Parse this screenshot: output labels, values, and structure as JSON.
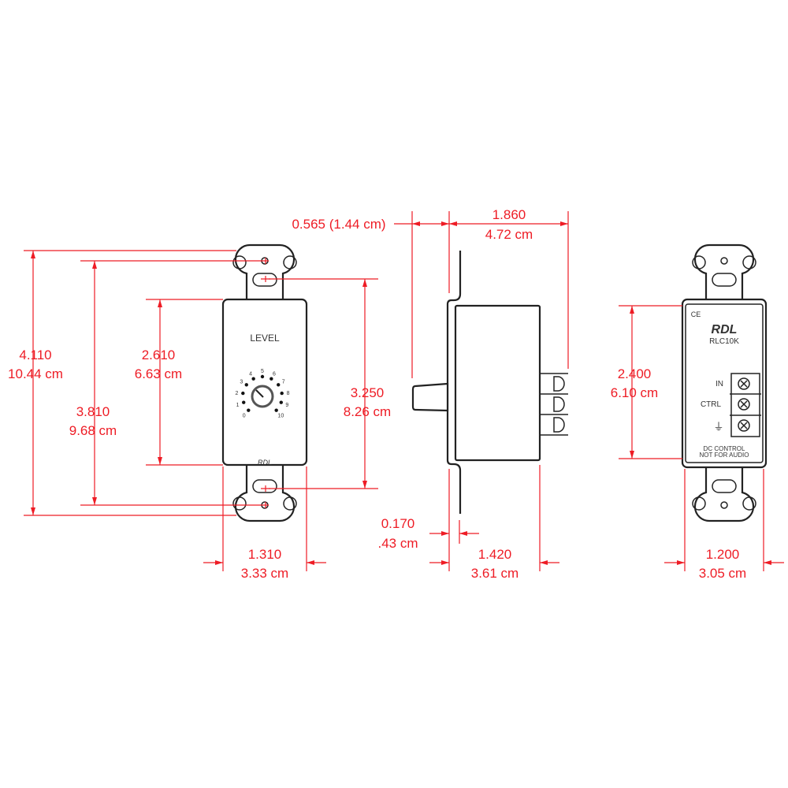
{
  "front_view": {
    "level_label": "LEVEL",
    "dial_numbers": [
      "0",
      "1",
      "2",
      "3",
      "4",
      "5",
      "6",
      "7",
      "8",
      "9",
      "10"
    ],
    "brand": "RDL"
  },
  "rear_view": {
    "ce_mark": "CE",
    "brand": "RDL",
    "model": "RLC10K",
    "terminals": [
      "IN",
      "CTRL",
      "⏚"
    ],
    "note_line1": "DC CONTROL",
    "note_line2": "NOT FOR AUDIO"
  },
  "dimensions": {
    "overall_height": {
      "in": "4.110",
      "cm": "10.44 cm"
    },
    "mount_hole_spacing": {
      "in": "3.810",
      "cm": "9.68 cm"
    },
    "front_panel_height": {
      "in": "2.610",
      "cm": "6.63 cm"
    },
    "slot_spacing": {
      "in": "3.250",
      "cm": "8.26 cm"
    },
    "front_panel_width": {
      "in": "1.310",
      "cm": "3.33 cm"
    },
    "knob_projection": {
      "text": "0.565 (1.44 cm)"
    },
    "overall_depth": {
      "in": "1.860",
      "cm": "4.72 cm"
    },
    "flange_offset": {
      "in": "0.170",
      "cm": ".43 cm"
    },
    "body_depth": {
      "in": "1.420",
      "cm": "3.61 cm"
    },
    "rear_height": {
      "in": "2.400",
      "cm": "6.10 cm"
    },
    "rear_width": {
      "in": "1.200",
      "cm": "3.05 cm"
    }
  },
  "colors": {
    "dimension": "#ee1c25",
    "outline": "#222222"
  }
}
